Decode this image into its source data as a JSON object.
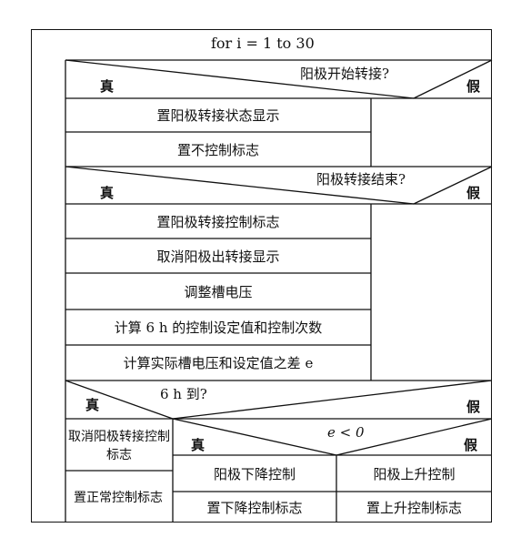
{
  "loop": {
    "label": "for i = 1 to 30"
  },
  "decision1": {
    "question": "阳极开始转接?",
    "true_label": "真",
    "false_label": "假",
    "true_steps": [
      "置阳极转接状态显示",
      "置不控制标志"
    ]
  },
  "decision2": {
    "question": "阳极转接结束?",
    "true_label": "真",
    "false_label": "假",
    "true_steps": [
      "置阳极转接控制标志",
      "取消阳极出转接显示",
      "调整槽电压",
      "计算 6 h 的控制设定值和控制次数",
      "计算实际槽电压和设定值之差 e"
    ]
  },
  "decision3": {
    "question": "6 h 到?",
    "true_label": "真",
    "false_label": "假",
    "true_steps": [
      "取消阳极转接控制标志",
      "置正常控制标志"
    ]
  },
  "decision4": {
    "question": "e < 0",
    "true_label": "真",
    "false_label": "假",
    "true_steps": [
      "阳极下降控制",
      "置下降控制标志"
    ],
    "false_steps": [
      "阳极上升控制",
      "置上升控制标志"
    ]
  }
}
